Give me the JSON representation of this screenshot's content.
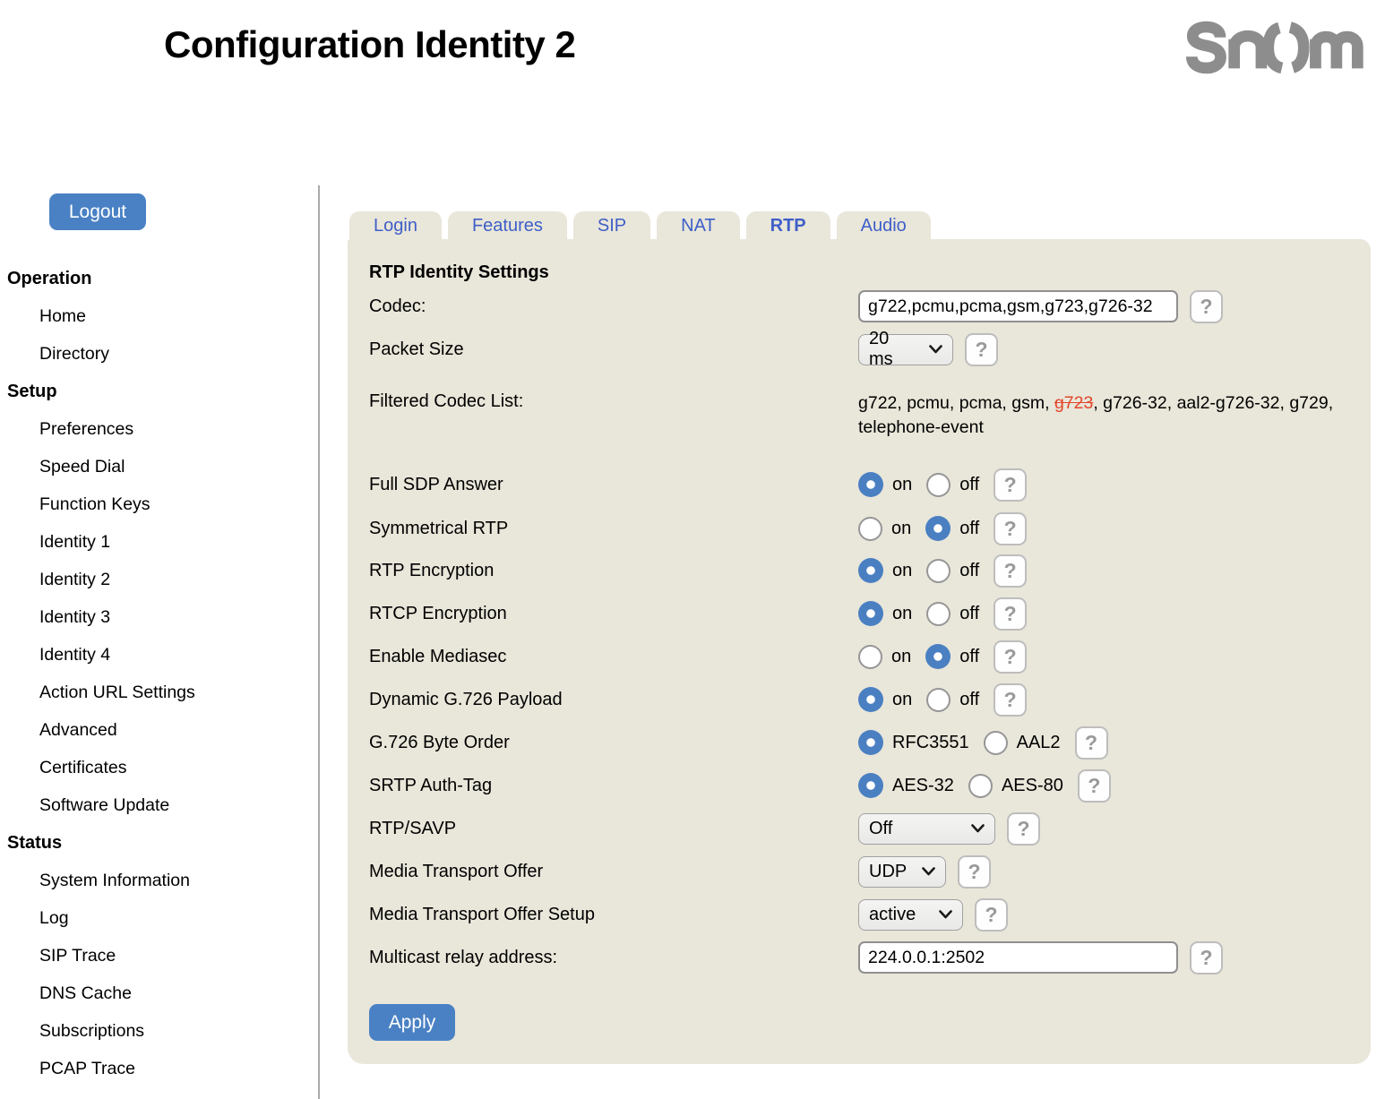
{
  "ui": {
    "help_icon": "?",
    "on_label": "on",
    "off_label": "off"
  },
  "colors": {
    "accent_blue": "#4a81c4",
    "radio_blue": "#4a80c2",
    "tab_text_blue": "#3e5fc7",
    "panel_bg": "#e9e6da",
    "strike_red": "#e2472a",
    "logo_gray": "#8d8d8d"
  },
  "header": {
    "title": "Configuration Identity 2",
    "logo_text": "snom"
  },
  "sidebar": {
    "logout_label": "Logout",
    "sections": [
      {
        "heading": "Operation",
        "items": [
          "Home",
          "Directory"
        ]
      },
      {
        "heading": "Setup",
        "items": [
          "Preferences",
          "Speed Dial",
          "Function Keys",
          "Identity 1",
          "Identity 2",
          "Identity 3",
          "Identity 4",
          "Action URL Settings",
          "Advanced",
          "Certificates",
          "Software Update"
        ]
      },
      {
        "heading": "Status",
        "items": [
          "System Information",
          "Log",
          "SIP Trace",
          "DNS Cache",
          "Subscriptions",
          "PCAP Trace"
        ]
      }
    ]
  },
  "tabs": {
    "items": [
      {
        "label": "Login",
        "active": false
      },
      {
        "label": "Features",
        "active": false
      },
      {
        "label": "SIP",
        "active": false
      },
      {
        "label": "NAT",
        "active": false
      },
      {
        "label": "RTP",
        "active": true
      },
      {
        "label": "Audio",
        "active": false
      }
    ]
  },
  "form": {
    "section_title": "RTP Identity Settings",
    "codec": {
      "label": "Codec:",
      "value": "g722,pcmu,pcma,gsm,g723,g726-32"
    },
    "packet_size": {
      "label": "Packet Size",
      "value": "20 ms"
    },
    "filtered": {
      "label": "Filtered Codec List:",
      "before": "g722, pcmu, pcma, gsm, ",
      "struck": "g723",
      "after": ", g726-32, aal2-g726-32, g729, telephone-event"
    },
    "toggles": [
      {
        "label": "Full SDP Answer",
        "on": true,
        "off": false
      },
      {
        "label": "Symmetrical RTP",
        "on": false,
        "off": true
      },
      {
        "label": "RTP Encryption",
        "on": true,
        "off": false
      },
      {
        "label": "RTCP Encryption",
        "on": true,
        "off": false
      },
      {
        "label": "Enable Mediasec",
        "on": false,
        "off": true
      },
      {
        "label": "Dynamic G.726 Payload",
        "on": true,
        "off": false
      }
    ],
    "byte_order": {
      "label": "G.726 Byte Order",
      "options": [
        {
          "label": "RFC3551",
          "selected": true
        },
        {
          "label": "AAL2",
          "selected": false
        }
      ]
    },
    "srtp_auth": {
      "label": "SRTP Auth-Tag",
      "options": [
        {
          "label": "AES-32",
          "selected": true
        },
        {
          "label": "AES-80",
          "selected": false
        }
      ]
    },
    "rtp_savp": {
      "label": "RTP/SAVP",
      "value": "Off"
    },
    "media_transport_offer": {
      "label": "Media Transport Offer",
      "value": "UDP"
    },
    "media_transport_offer_setup": {
      "label": "Media Transport Offer Setup",
      "value": "active"
    },
    "multicast": {
      "label": "Multicast relay address:",
      "value": "224.0.0.1:2502"
    },
    "apply_label": "Apply"
  }
}
